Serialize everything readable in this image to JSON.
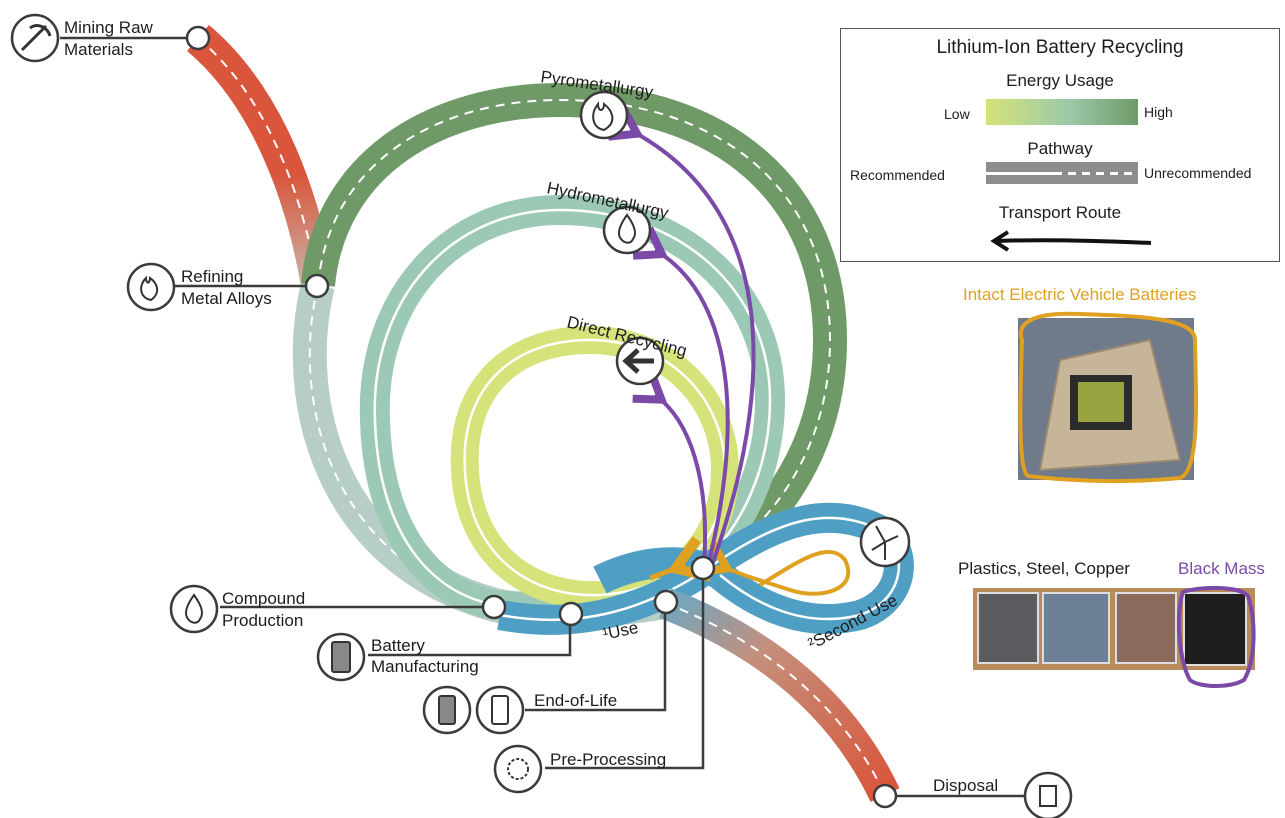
{
  "legend": {
    "title": "Lithium-Ion Battery Recycling",
    "energy_label": "Energy Usage",
    "low": "Low",
    "high": "High",
    "pathway_label": "Pathway",
    "recommended": "Recommended",
    "unrecommended": "Unrecommended",
    "transport_label": "Transport Route"
  },
  "stages": {
    "mining": [
      "Mining Raw",
      "Materials"
    ],
    "refining": [
      "Refining",
      "Metal Alloys"
    ],
    "compound": [
      "Compound",
      "Production"
    ],
    "battery": [
      "Battery",
      "Manufacturing"
    ],
    "end_of_life": "End-of-Life",
    "pre_processing": "Pre-Processing",
    "disposal": "Disposal",
    "use1": "¹Use",
    "use2": "²Second Use"
  },
  "recycling_methods": {
    "pyro": "Pyrometallurgy",
    "hydro": "Hydrometallurgy",
    "direct": "Direct Recycling"
  },
  "photos": {
    "ev_batteries": "Intact Electric Vehicle Batteries",
    "materials": "Plastics, Steel, Copper",
    "black_mass": "Black Mass"
  },
  "colors": {
    "mining_path": "#d9553b",
    "refining_path": "#b7cec8",
    "pyro_ring": "#6f9a68",
    "hydro_ring": "#9cc9b6",
    "direct_ring": "#d6e27a",
    "use_ring": "#4f9fc4",
    "transport_purple": "#7b4aa8",
    "orange_accent": "#e0a020"
  },
  "icons": {
    "mining": "pickaxe-icon",
    "refining": "flame-icon",
    "compound": "droplet-icon",
    "battery": "battery-icon",
    "end_of_life": "battery-pair-icon",
    "pre_processing": "gear-icon",
    "disposal": "trash-icon",
    "pyro": "flame-icon",
    "hydro": "droplet-icon",
    "direct": "arrow-left-icon",
    "second_use": "wind-turbine-icon"
  }
}
